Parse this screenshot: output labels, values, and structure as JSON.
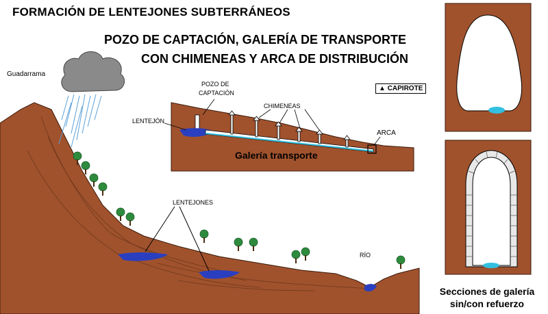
{
  "title": "FORMACIÓN DE LENTEJONES SUBTERRÁNEOS",
  "subtitle_line1": "POZO DE CAPTACIÓN, GALERÍA DE TRANSPORTE",
  "subtitle_line2": "CON CHIMENEAS Y ARCA DE DISTRIBUCIÓN",
  "labels": {
    "guadarrama": "Guadarrama",
    "pozo_line1": "POZO DE",
    "pozo_line2": "CAPTACIÓN",
    "lentejon": "LENTEJÓN",
    "chimeneas": "CHIMENEAS",
    "capirote": "CAPIROTE",
    "arca": "ARCA",
    "galeria": "Galería transporte",
    "lentejones": "LENTEJONES",
    "rio": "RÍO"
  },
  "caption_line1": "Secciones de galería",
  "caption_line2": "sin/con refuerzo",
  "colors": {
    "earth": "#a0522d",
    "water": "#2a3fbf",
    "water_light": "#33c0e0",
    "tree": "#2e8b3e",
    "cloud": "#888888"
  }
}
